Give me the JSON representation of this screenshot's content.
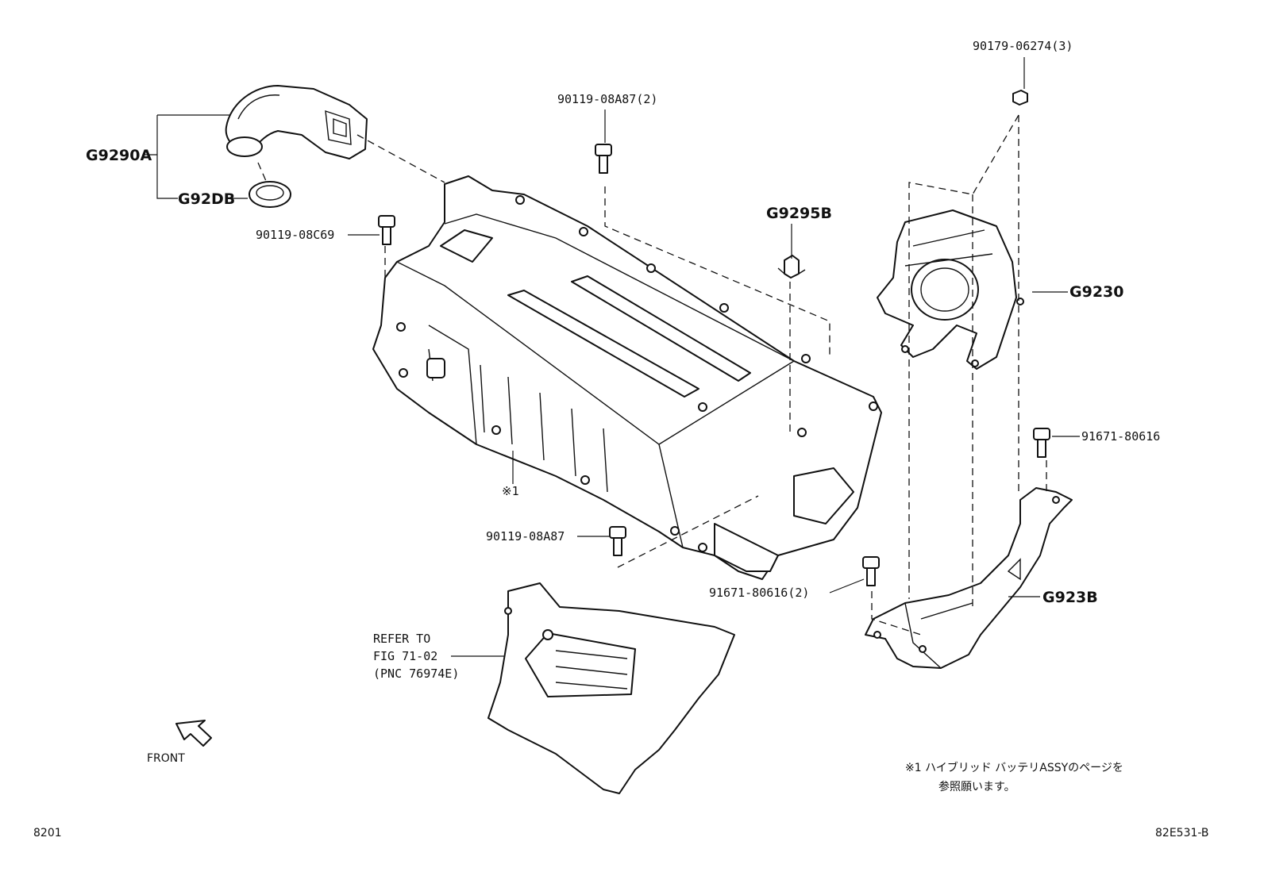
{
  "labels": {
    "bolt_top_right": "90179-06274(3)",
    "bolt_top_center": "90119-08A87(2)",
    "duct_assy": "G9290A",
    "gasket": "G92DB",
    "bolt_left": "90119-08C69",
    "clip": "G9295B",
    "blower_bracket": "G9230",
    "bolt_right": "91671-80616",
    "battery_ref": "※1",
    "bolt_bottom_center": "90119-08A87",
    "bolt_bottom_right": "91671-80616(2)",
    "bracket_lower": "G923B",
    "refer_line1": "REFER TO",
    "refer_line2": "FIG 71-02",
    "refer_line3": "(PNC 76974E)",
    "front_label": "FRONT",
    "note_line1": "※1 ハイブリッド バッテリASSYのページを",
    "note_line2": "参照願います。"
  },
  "footer": {
    "left_code": "8201",
    "right_code": "82E531-B"
  }
}
